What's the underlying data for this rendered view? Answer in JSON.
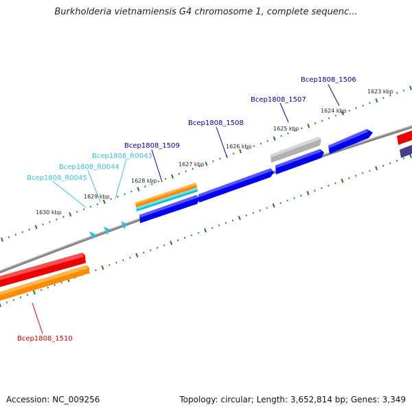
{
  "title": "Burkholderia vietnamiensis G4 chromosome 1, complete sequenc...",
  "footer": {
    "accession": "Accession: NC_009256",
    "summary": "Topology: circular; Length: 3,652,814 bp; Genes: 3,349"
  },
  "scale": {
    "tick_color": "#1a7a1a",
    "kbp_labels": [
      "1623 kbp",
      "1624 kbp",
      "1625 kbp",
      "1626 kbp",
      "1627 kbp",
      "1628 kbp",
      "1629 kbp",
      "1630 kbp"
    ]
  },
  "backbone_color": "#808080",
  "genes": [
    {
      "label": "Bcep1808_1506",
      "color": "#00008b",
      "feature_color": "#0000ee",
      "feature_type": "CDS"
    },
    {
      "label": "Bcep1808_1507",
      "color": "#00008b",
      "feature_color": "#0000ee",
      "feature_type": "CDS"
    },
    {
      "label": "Bcep1808_1508",
      "color": "#00008b",
      "feature_color": "#0000ee",
      "feature_type": "CDS"
    },
    {
      "label": "Bcep1808_1509",
      "color": "#00008b",
      "feature_color": "#0000ee",
      "feature_type": "CDS"
    },
    {
      "label": "Bcep1808_R0043",
      "color": "#3cc0d8",
      "feature_color": "#38bde0",
      "feature_type": "tRNA"
    },
    {
      "label": "Bcep1808_R0044",
      "color": "#3cc0d8",
      "feature_color": "#38bde0",
      "feature_type": "tRNA"
    },
    {
      "label": "Bcep1808_R0045",
      "color": "#3cc0d8",
      "feature_color": "#38bde0",
      "feature_type": "tRNA"
    },
    {
      "label": "Bcep1808_1510",
      "color": "#cc0000",
      "feature_color": "#ee0000",
      "feature_type": "CDS"
    }
  ],
  "feature_colors": {
    "cds": "#0000ee",
    "rrna": "#ee0000",
    "orange": "#ff8c00",
    "cyan": "#20c0d0",
    "gray": "#b0b0b0",
    "purple": "#483d8b"
  }
}
